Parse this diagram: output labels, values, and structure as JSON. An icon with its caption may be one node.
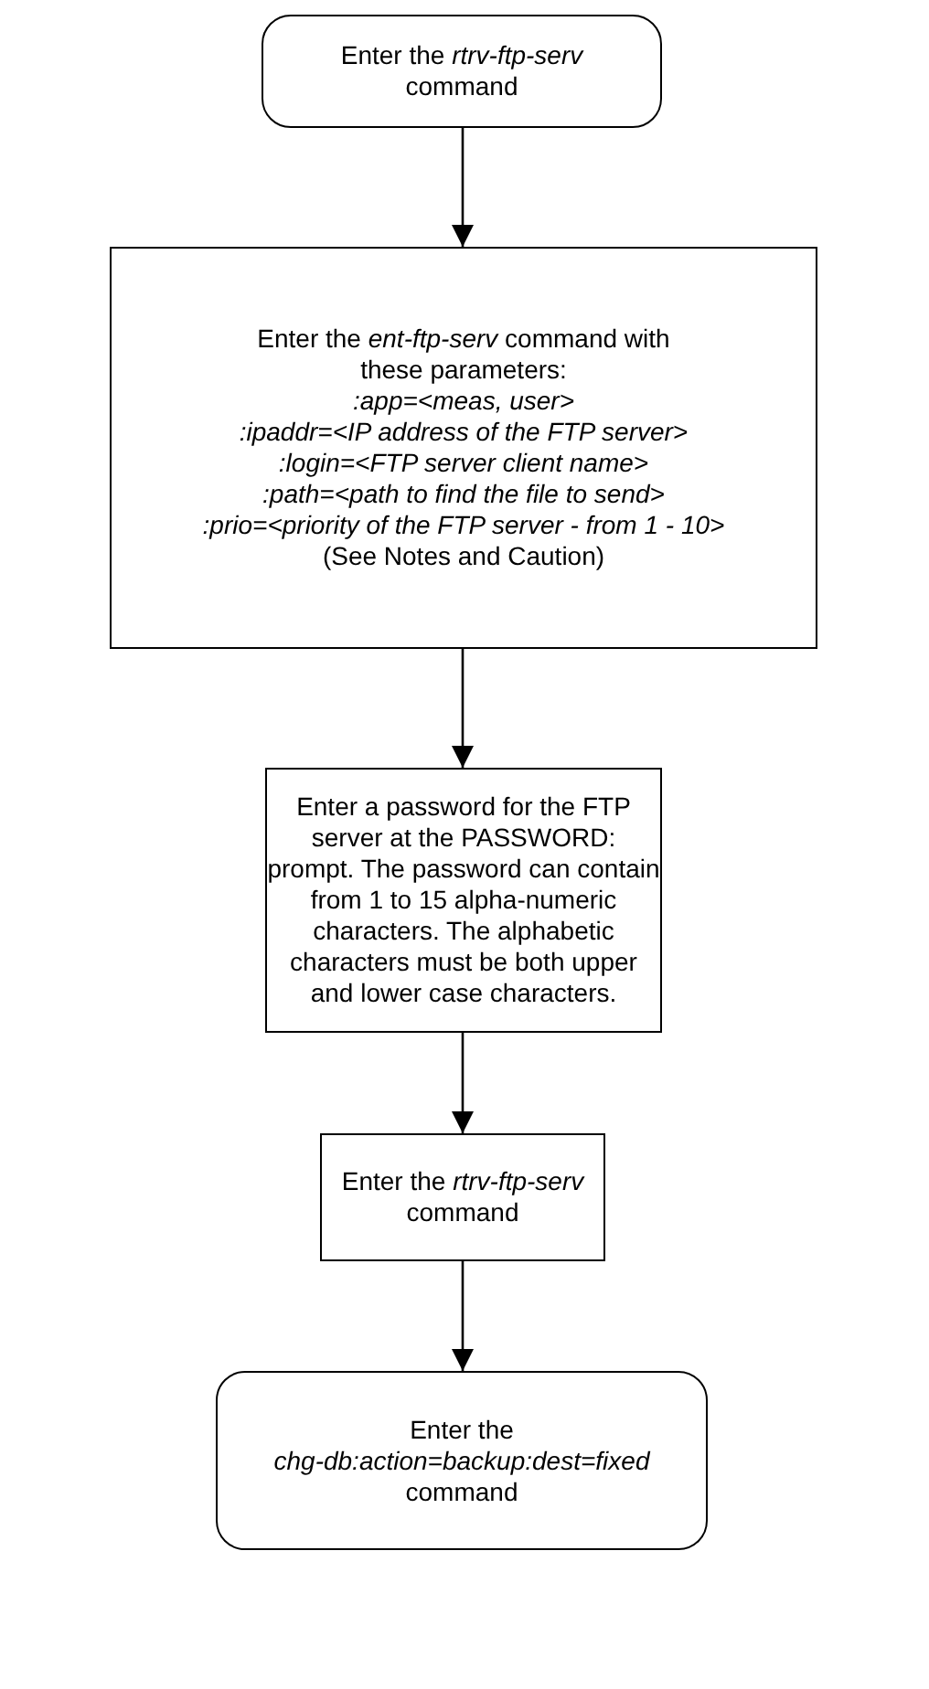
{
  "diagram": {
    "nodes": [
      {
        "text": [
          "Enter the *rtrv-ftp-serv* command"
        ]
      },
      {
        "text": [
          "Enter the *ent-ftp-serv* command with these parameters:",
          ":app=<meas, user>",
          ":ipaddr=<IP address of the FTP server>",
          ":login=<FTP server client name>",
          ":path=<path to find the file to send>",
          ":prio=<priority of the FTP server - from 1 - 10>",
          "(See Notes and Caution)"
        ]
      },
      {
        "text": [
          "Enter a password for the FTP server at the PASSWORD: prompt.  The password can contain from 1 to 15 alpha-numeric characters. The alphabetic characters must be both upper and lower case characters."
        ]
      },
      {
        "text": [
          "Enter the *rtrv-ftp-serv* command"
        ]
      },
      {
        "text": [
          "Enter the *chg-db:action=backup:dest=fixed* command"
        ]
      }
    ],
    "edges": [
      {
        "from": 0,
        "to": 1,
        "arrow": "to"
      },
      {
        "from": 1,
        "to": 2,
        "arrow": "to"
      },
      {
        "from": 2,
        "to": 3,
        "arrow": "to"
      },
      {
        "from": 3,
        "to": 4,
        "arrow": "to"
      }
    ]
  }
}
